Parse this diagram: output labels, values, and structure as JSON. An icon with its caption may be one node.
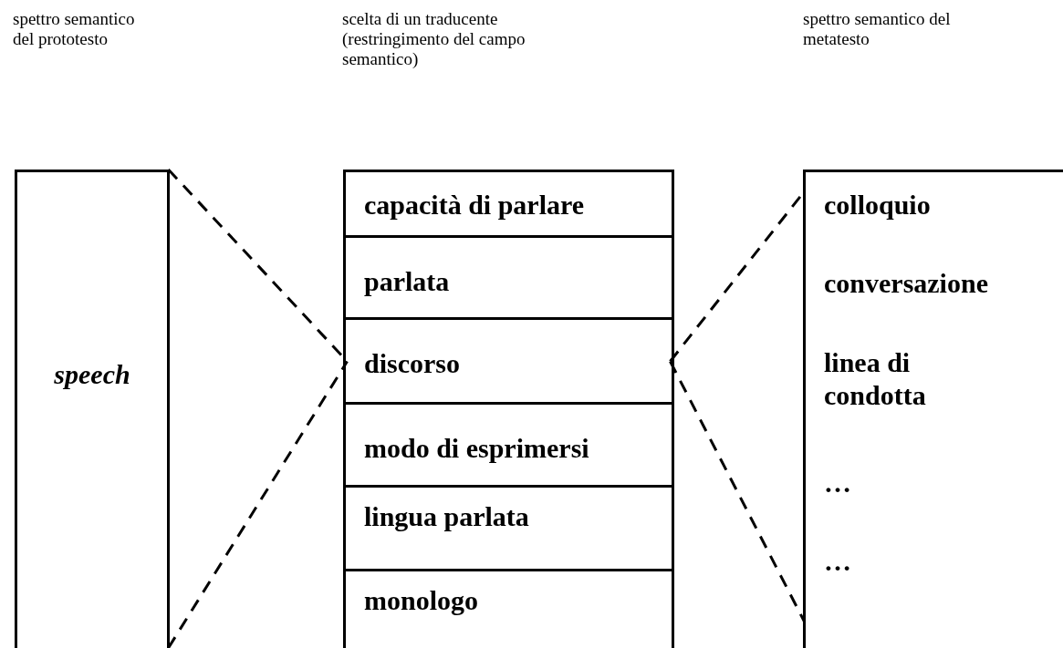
{
  "diagram": {
    "nodes": [
      {
        "text": [
          "speech"
        ]
      },
      {
        "text": [],
        "shape": "box"
      },
      {
        "text": [
          "capacità di parlare"
        ],
        "in": 1
      },
      {
        "text": [
          "parlata"
        ],
        "in": 1
      },
      {
        "text": [
          "discorso"
        ],
        "in": 1
      },
      {
        "text": [
          "modo di esprimersi"
        ],
        "in": 1
      },
      {
        "text": [
          "lingua parlata"
        ],
        "in": 1
      },
      {
        "text": [
          "monologo"
        ],
        "in": 1
      },
      {
        "text": [
          "colloquio",
          "conversazione",
          "linea di condotta",
          "…",
          "…"
        ]
      }
    ],
    "edges": [
      {
        "from": 0,
        "to": 4,
        "arrow": "none",
        "style": "dashed"
      },
      {
        "from": 0,
        "to": 4,
        "arrow": "none",
        "style": "dashed"
      },
      {
        "from": 4,
        "to": 8,
        "arrow": "none",
        "style": "dashed"
      },
      {
        "from": 4,
        "to": 8,
        "arrow": "none",
        "style": "dashed"
      }
    ],
    "labels": [
      "spettro semantico del prototesto",
      "scelta di un traducente (restringimento del campo semantico)",
      "spettro semantico del metatesto"
    ]
  }
}
